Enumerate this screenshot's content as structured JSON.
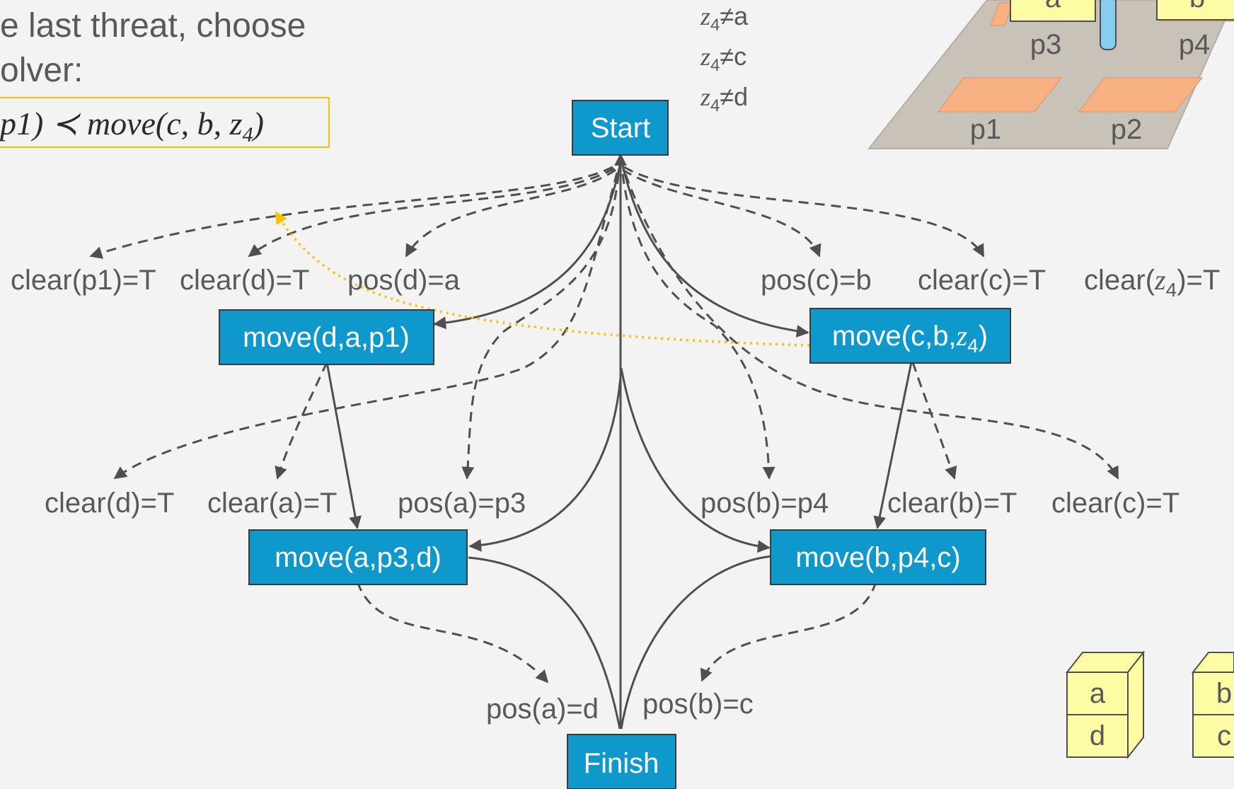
{
  "heading": {
    "line1": "e last threat, choose",
    "line2": "olver:",
    "resolver_left": "p1) ≺ move(c, b, ",
    "resolver_var": "z",
    "resolver_sub": "4",
    "resolver_right": ")"
  },
  "constraints": [
    {
      "var": "z",
      "sub": "4",
      "rest": "≠a"
    },
    {
      "var": "z",
      "sub": "4",
      "rest": "≠c"
    },
    {
      "var": "z",
      "sub": "4",
      "rest": "≠d"
    }
  ],
  "nodes": {
    "start": "Start",
    "finish": "Finish",
    "move_dap1": "move(d,a,p1)",
    "move_ap3d": "move(a,p3,d)",
    "move_bp4c": "move(b,p4,c)",
    "move_cbz4_prefix": "move(c,b,",
    "move_cbz4_var": "z",
    "move_cbz4_sub": "4",
    "move_cbz4_suffix": ")"
  },
  "conditions": {
    "clear_p1": "clear(p1)=T",
    "clear_d_top": "clear(d)=T",
    "pos_d_a": "pos(d)=a",
    "pos_c_b": "pos(c)=b",
    "clear_c_top": "clear(c)=T",
    "clear_z4_prefix": "clear(",
    "clear_z4_var": "z",
    "clear_z4_sub": "4",
    "clear_z4_suffix": ")=T",
    "clear_d_mid": "clear(d)=T",
    "clear_a": "clear(a)=T",
    "pos_a_p3": "pos(a)=p3",
    "pos_b_p4": "pos(b)=p4",
    "clear_b": "clear(b)=T",
    "clear_c_mid": "clear(c)=T",
    "pos_a_d": "pos(a)=d",
    "pos_b_c": "pos(b)=c"
  },
  "scene_initial": {
    "places": [
      "p3",
      "p4",
      "p1",
      "p2"
    ],
    "blocks": [
      "a",
      "b"
    ]
  },
  "scene_goal": {
    "stack1": [
      "a",
      "d"
    ],
    "stack2": [
      "b",
      "c"
    ]
  },
  "colors": {
    "node_fill": "#0e98cc",
    "edge": "#4f4f4f",
    "threat": "#ffc000",
    "text": "#595959",
    "place": "#f8b183",
    "block": "#fdfba3",
    "table": "#c9c2b8"
  },
  "icons": [
    "threat-arrow",
    "causal-link-arrow",
    "ordering-arrow"
  ]
}
